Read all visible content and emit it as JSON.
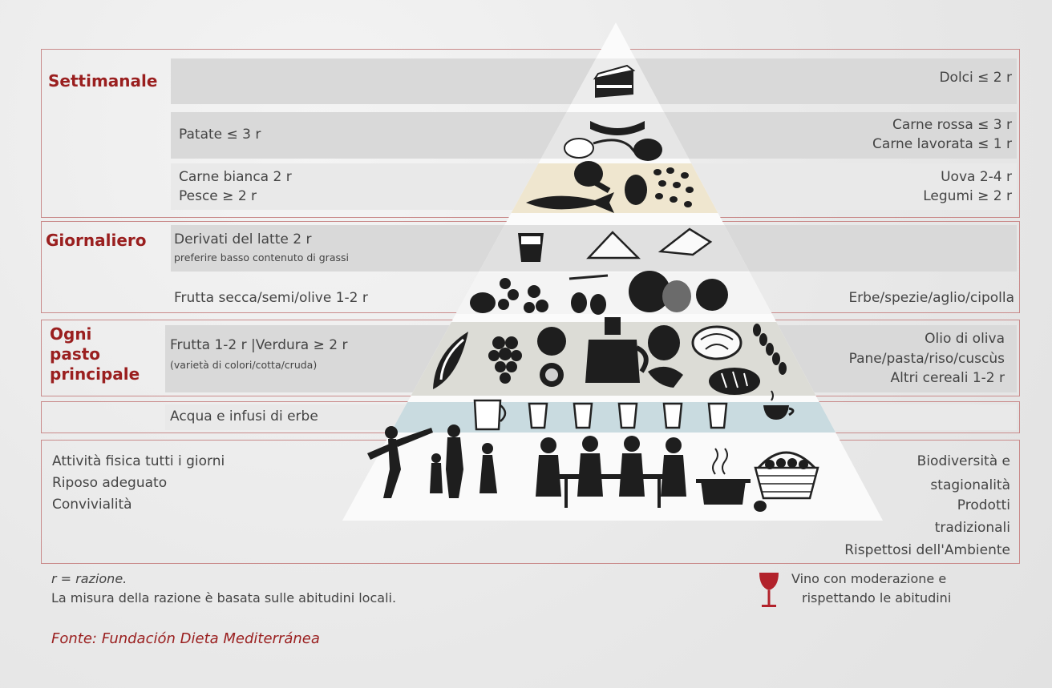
{
  "categories": {
    "weekly": "Settimanale",
    "daily": "Giornaliero",
    "main_meal": [
      "Ogni",
      "pasto",
      "principale"
    ]
  },
  "weekly": {
    "sweets": "Dolci ≤ 2 r",
    "potatoes": "Patate ≤ 3 r",
    "red_meat": "Carne rossa ≤ 3 r",
    "processed_meat": "Carne lavorata ≤ 1 r",
    "white_meat": "Carne bianca 2 r",
    "fish": "Pesce ≥ 2 r",
    "eggs": "Uova 2-4 r",
    "legumes": "Legumi ≥ 2 r"
  },
  "daily": {
    "dairy": "Derivati del latte 2 r",
    "dairy_note": "preferire basso contenuto di grassi",
    "nuts": "Frutta secca/semi/olive 1-2 r",
    "herbs": "Erbe/spezie/aglio/cipolla"
  },
  "main_meal": {
    "fruit_veg": "Frutta 1-2 r |Verdura ≥ 2 r",
    "fruit_veg_note": "(varietà di colori/cotta/cruda)",
    "olive_oil": "Olio di oliva",
    "cereals": "Pane/pasta/riso/cuscùs",
    "other_cereals": "Altri cereali 1-2 r"
  },
  "water": "Acqua e infusi di erbe",
  "lifestyle_left": [
    "Attività fisica tutti i giorni",
    "Riposo adeguato",
    "Convivialità"
  ],
  "lifestyle_right": [
    "Biodiversità e",
    "stagionalità",
    "Prodotti",
    "tradizionali",
    "Rispettosi dell'Ambiente"
  ],
  "footnote": {
    "r_def": "r = razione.",
    "portion_note": "La misura della razione è basata sulle abitudini locali.",
    "wine_line1": "Vino con moderazione e",
    "wine_line2": "rispettando le abitudini",
    "source": "Fonte: Fundación Dieta Mediterránea"
  },
  "colors": {
    "accent": "#9a1f1f",
    "frame": "#c98a8a",
    "band": "#d9d9d9",
    "water": "#c9dbe0",
    "legume_band": "#efe6cf"
  },
  "icons": [
    "cake-icon",
    "sausage-icon",
    "meat-icon",
    "chicken-leg-icon",
    "fish-icon",
    "egg-icon",
    "beans-icon",
    "yogurt-icon",
    "cheese-icon",
    "nuts-icon",
    "olives-icon",
    "garlic-icon",
    "watermelon-icon",
    "grapes-icon",
    "apple-icon",
    "oil-bottle-icon",
    "artichoke-icon",
    "cabbage-icon",
    "wheat-icon",
    "bread-icon",
    "jug-icon",
    "glass-icon",
    "cup-icon",
    "exercise-people-icon",
    "dining-people-icon",
    "pot-icon",
    "basket-icon",
    "wine-glass-icon"
  ]
}
